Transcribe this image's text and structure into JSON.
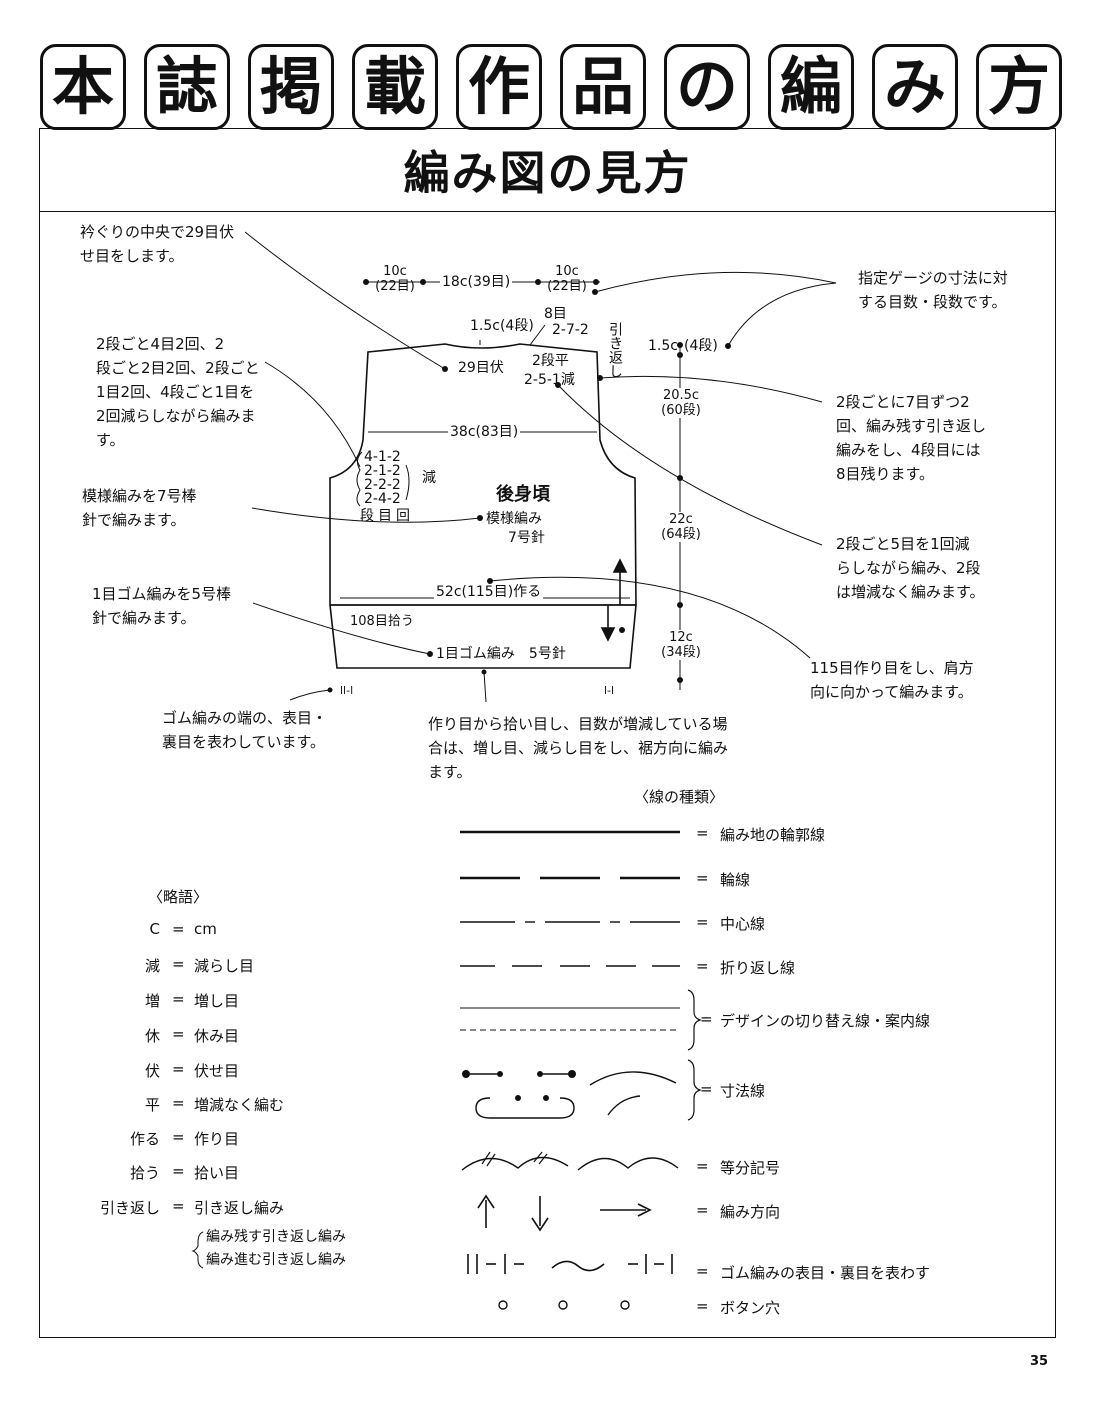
{
  "header": {
    "chars": [
      "本",
      "誌",
      "掲",
      "載",
      "作",
      "品",
      "の",
      "編",
      "み",
      "方"
    ]
  },
  "section_title": "編み図の見方",
  "notes": {
    "neck_center": [
      "衿ぐりの中央で29目伏",
      "せ目をします。"
    ],
    "decrease": [
      "2段ごと4目2回、2",
      "段ごと2目2回、2段ごと",
      "1目2回、4段ごと1目を",
      "2回減らしながら編みま",
      "す。"
    ],
    "pattern_needle": [
      "模様編みを7号棒",
      "針で編みます。"
    ],
    "rib_needle": [
      "1目ゴム編みを5号棒",
      "針で編みます。"
    ],
    "rib_edge": [
      "ゴム編みの端の、表目・",
      "裏目を表わしています。"
    ],
    "pickup": [
      "作り目から拾い目し、目数が増減している場",
      "合は、増し目、減らし目をし、裾方向に編み",
      "ます。"
    ],
    "gauge": [
      "指定ゲージの寸法に対",
      "する目数・段数です。"
    ],
    "short_row": [
      "2段ごとに7目ずつ2",
      "回、編み残す引き返し",
      "編みをし、4段目には",
      "8目残ります。"
    ],
    "shoulder_dec": [
      "2段ごと5目を1回減",
      "らしながら編み、2段",
      "は増減なく編みます。"
    ],
    "cast_on": [
      "115目作り目をし、肩方",
      "向に向かって編みます。"
    ]
  },
  "diagram": {
    "top_left_cm": "10c",
    "top_left_st": "(22目)",
    "top_mid": "18c(39目)",
    "top_right_cm": "10c",
    "top_right_st": "(22目)",
    "neck_depth": "1.5c(4段)",
    "shoulder_top": "8目",
    "shoulder_rows": "2-7-2",
    "bind_off": "29目伏",
    "rows_plain": "2段平",
    "rows_dec": "2-5-1減",
    "short_row_vertical": "引き返し",
    "right_shoulder_h": "1.5c",
    "right_shoulder_r": "(4段)",
    "armhole_cm": "20.5c",
    "armhole_r": "(60段)",
    "body_cm": "22c",
    "body_r": "(64段)",
    "rib_cm": "12c",
    "rib_r": "(34段)",
    "width_38": "38c(83目)",
    "armhole_table": [
      "4-1-2",
      "2-1-2",
      "2-2-2",
      "2-4-2"
    ],
    "dec_mark": "減",
    "col_head": "段目回",
    "piece_name": "後身頃",
    "pattern_name": "模様編み",
    "pattern_needle": "7号針",
    "cast_on_label": "52c(115目)作る",
    "pickup_label": "108目拾う",
    "rib_label": "1目ゴム編み　5号針",
    "rib_sym_left": "ll-l",
    "rib_sym_right": "l-l"
  },
  "abbrev": {
    "title": "〈略語〉",
    "items": [
      {
        "k": "C",
        "v": "cm"
      },
      {
        "k": "減",
        "v": "減らし目"
      },
      {
        "k": "増",
        "v": "増し目"
      },
      {
        "k": "休",
        "v": "休み目"
      },
      {
        "k": "伏",
        "v": "伏せ目"
      },
      {
        "k": "平",
        "v": "増減なく編む"
      },
      {
        "k": "作る",
        "v": "作り目"
      },
      {
        "k": "拾う",
        "v": "拾い目"
      },
      {
        "k": "引き返し",
        "v": "引き返し編み"
      }
    ],
    "eq": "=",
    "sub1": "編み残す引き返し編み",
    "sub2": "編み進む引き返し編み"
  },
  "legend": {
    "title": "〈線の種類〉",
    "items": [
      "編み地の輪郭線",
      "輪線",
      "中心線",
      "折り返し線",
      "デザインの切り替え線・案内線",
      "寸法線",
      "等分記号",
      "編み方向",
      "ゴム編みの表目・裏目を表わす",
      "ボタン穴"
    ],
    "eq": "="
  },
  "page_number": "35"
}
